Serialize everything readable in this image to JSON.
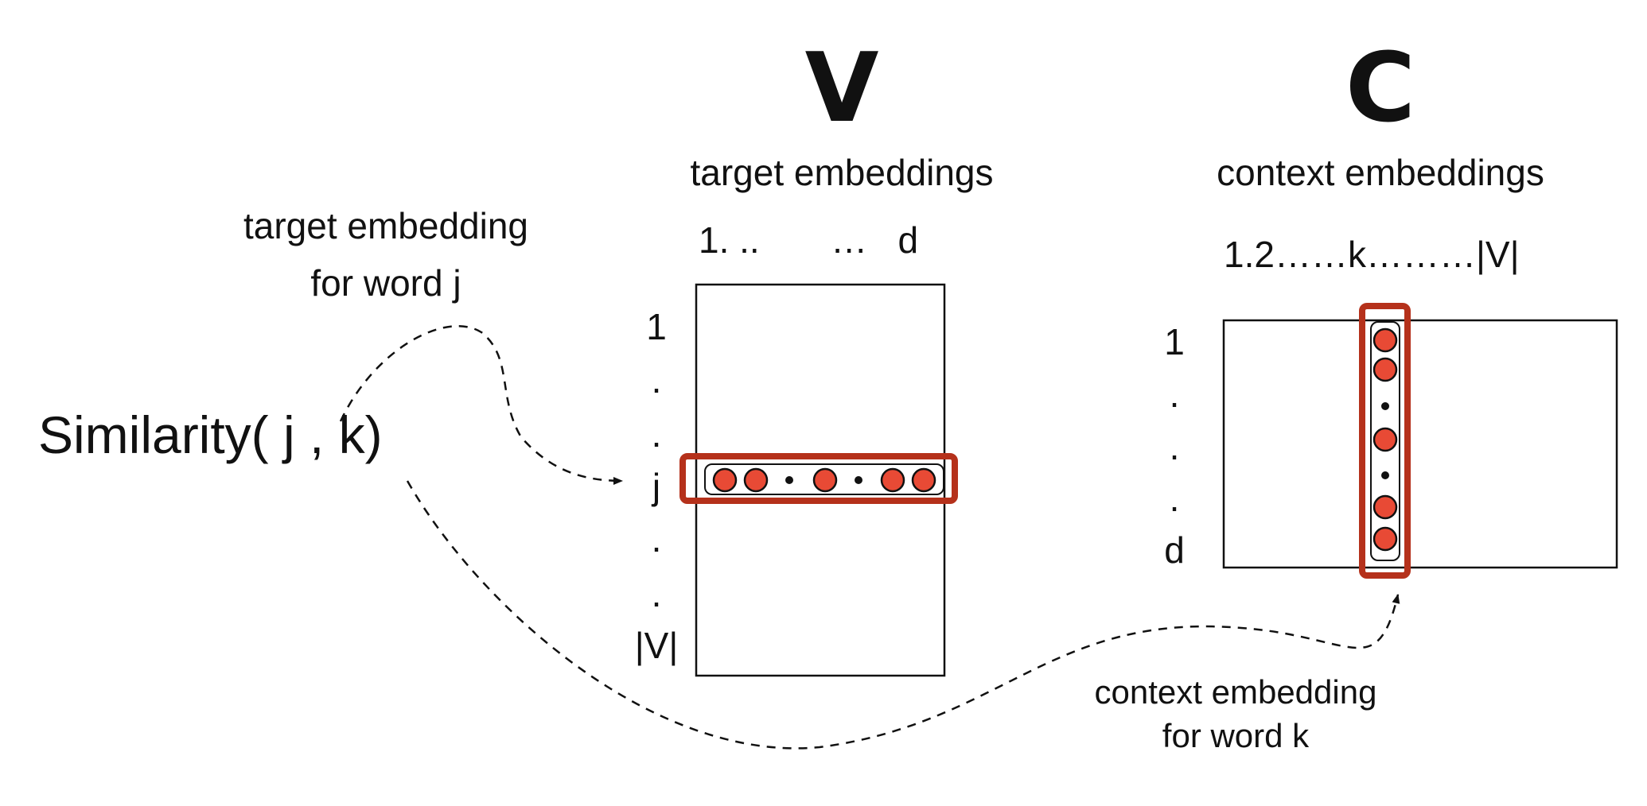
{
  "colors": {
    "highlight_frame": "#b5311b",
    "dot_fill": "#e84a35",
    "stroke": "#111111",
    "background": "#ffffff"
  },
  "similarity_label": "Similarity( j , k)",
  "target_callout": {
    "line1": "target embedding",
    "line2": "for word j"
  },
  "context_callout": {
    "line1": "context embedding",
    "line2": "for word k"
  },
  "target_matrix": {
    "symbol": "V",
    "caption": "target embeddings",
    "column_header": "1. ..       …   d",
    "row_labels": [
      "1",
      ".",
      ".",
      "j",
      ".",
      ".",
      "|V|"
    ]
  },
  "context_matrix": {
    "symbol": "C",
    "caption": "context embeddings",
    "column_header": "1.2……k………|V|",
    "row_labels": [
      "1",
      ".",
      ".",
      ".",
      "d"
    ]
  }
}
